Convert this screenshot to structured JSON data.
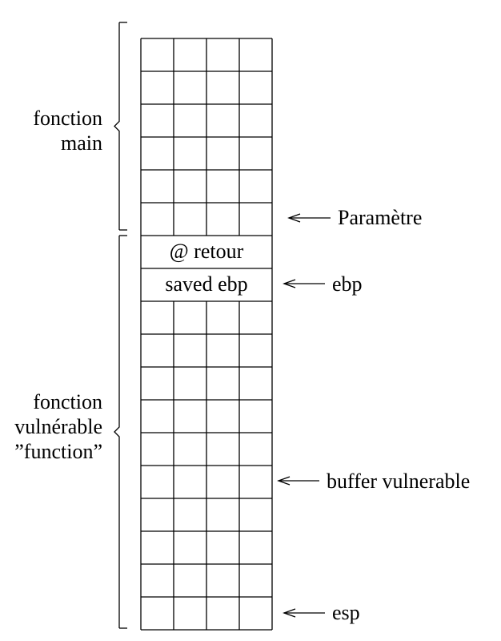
{
  "diagram": {
    "type": "stack-frame",
    "groups": {
      "main": {
        "lines": [
          "fonction",
          "main"
        ]
      },
      "vulnerable": {
        "lines": [
          "fonction",
          "vulnérable",
          "”function”"
        ]
      }
    },
    "row_labels": {
      "return_address": "@ retour",
      "saved_ebp": "saved ebp"
    },
    "pointers": {
      "parametre": "Paramètre",
      "ebp": "ebp",
      "buffer": "buffer vulnerable",
      "esp": "esp"
    },
    "colors": {
      "line": "#000000",
      "background": "#ffffff"
    }
  }
}
